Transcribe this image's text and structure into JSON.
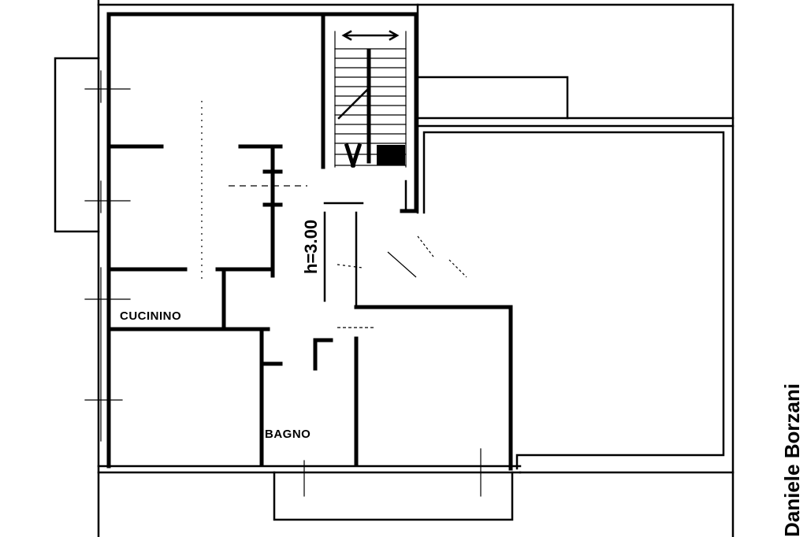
{
  "plan": {
    "rooms": {
      "kitchenette": "CUCININO",
      "bathroom": "BAGNO"
    },
    "ceiling_height": "h=3.00",
    "side_label": "Daniele Borzani"
  },
  "colors": {
    "ink": "#000000",
    "paper": "#ffffff"
  }
}
